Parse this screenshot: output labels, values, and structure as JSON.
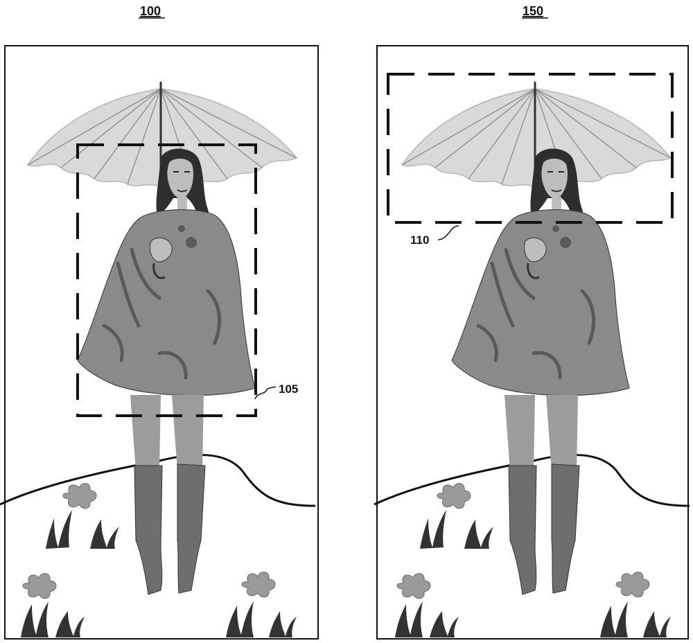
{
  "figure": {
    "panels": [
      {
        "id": "panel-100",
        "title": "100",
        "box_label": "105",
        "box_target": "person-torso"
      },
      {
        "id": "panel-150",
        "title": "150",
        "box_label": "110",
        "box_target": "umbrella"
      }
    ]
  },
  "colors": {
    "outline": "#111111",
    "umbrella": "#d9d9d9",
    "coat": "#8a8a8a",
    "coat_dark": "#5a5a5a",
    "legs": "#9c9c9c",
    "boots": "#6e6e6e",
    "hair": "#2e2e2e",
    "skin": "#bdbdbd",
    "grass": "#333333",
    "flower": "#9a9a9a"
  }
}
